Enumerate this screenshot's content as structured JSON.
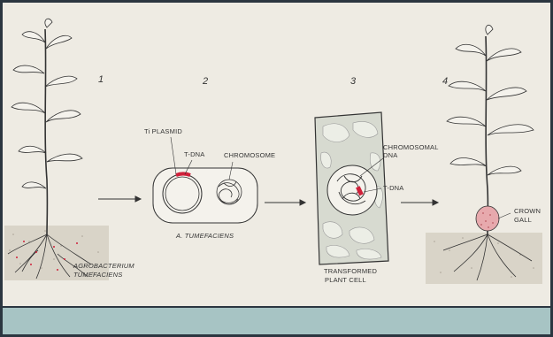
{
  "figure": {
    "steps": [
      "1",
      "2",
      "3",
      "4"
    ],
    "labels": {
      "agrobacterium_line1": "AGROBACTERIUM",
      "agrobacterium_line2": "TUMEFACIENS",
      "ti_plasmid": "Ti PLASMID",
      "t_dna": "T-DNA",
      "chromosome": "CHROMOSOME",
      "a_tumefaciens": "A. TUMEFACIENS",
      "chromosomal_dna_line1": "CHROMOSOMAL",
      "chromosomal_dna_line2": "DNA",
      "t_dna_cell": "T-DNA",
      "transformed_line1": "TRANSFORMED",
      "transformed_line2": "PLANT CELL",
      "crown_gall_line1": "CROWN",
      "crown_gall_line2": "GALL"
    },
    "colors": {
      "tdna": "#d0203a",
      "ink": "#333333",
      "paper": "#eeebe3",
      "caption_bar": "#a7c4c4",
      "frame": "#2b3640"
    }
  },
  "caption": {
    "text": ""
  }
}
